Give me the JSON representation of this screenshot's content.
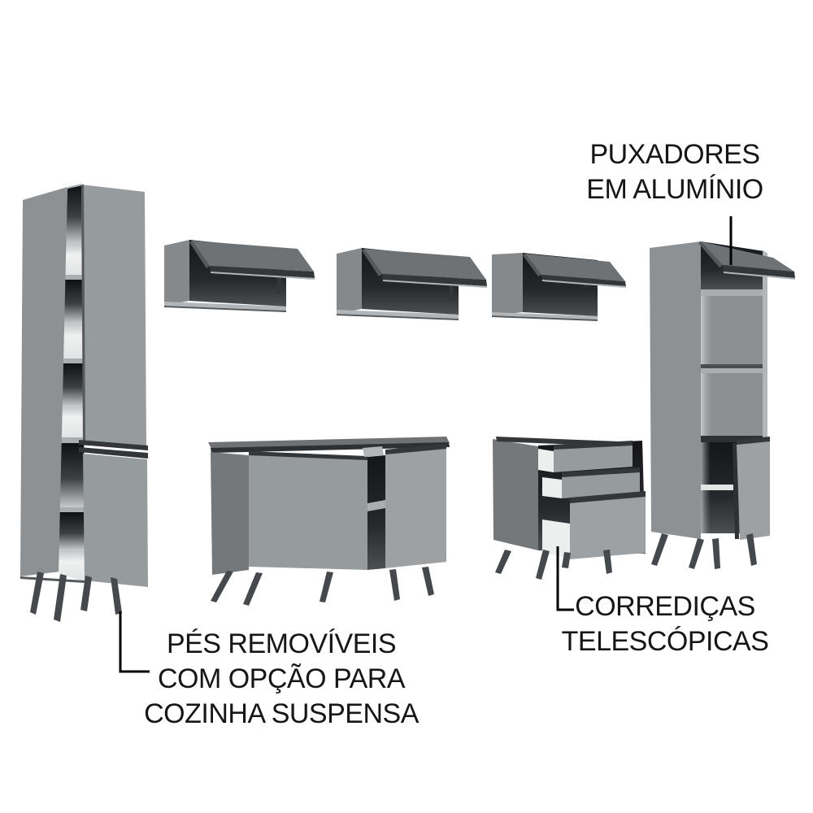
{
  "labels": {
    "aluminum_handles": {
      "line1": "PUXADORES",
      "line2": "EM ALUMÍNIO"
    },
    "removable_feet": {
      "line1": "PÉS REMOVÍVEIS",
      "line2": "COM OPÇÃO PARA",
      "line3": "COZINHA SUSPENSA"
    },
    "telescopic_slides": {
      "line1": "CORREDIÇAS",
      "line2": "TELESCÓPICAS"
    }
  },
  "furniture_pieces": [
    "tall-cabinet-left",
    "wall-cabinet-1",
    "wall-cabinet-2",
    "wall-cabinet-3",
    "base-cabinet",
    "drawer-unit",
    "tall-cabinet-right"
  ],
  "colors": {
    "bg": "#ffffff",
    "text": "#161616",
    "line": "#000000",
    "panel": "#85898c",
    "panel-light": "#8d9194",
    "panel-dark": "#74787b",
    "door": "#969b9d",
    "door-light": "#9da1a4",
    "slab": "#6e7274",
    "edge": "#33373a",
    "counter": "#2e3133",
    "shelf-white": "#edefef",
    "shelf-edge": "#aaaeb0",
    "feet": "#45494d",
    "hl": "#b2b6b8",
    "dk": "#55595c",
    "back": "#8c9093"
  }
}
